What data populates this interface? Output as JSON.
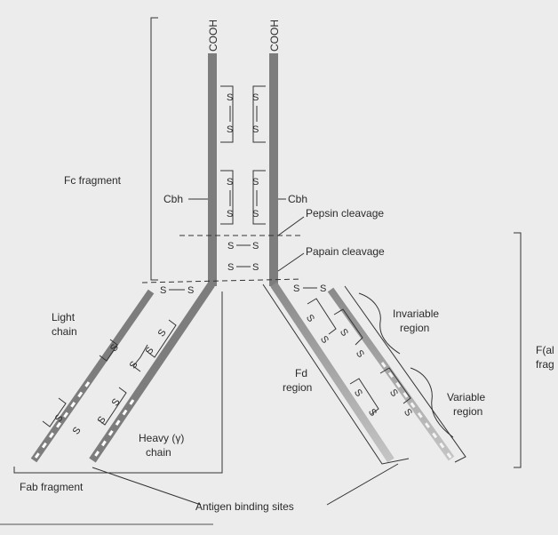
{
  "labels": {
    "cooh_left": "COOH",
    "cooh_right": "COOH",
    "fc_fragment": "Fc fragment",
    "cbh_left": "Cbh",
    "cbh_right": "Cbh",
    "pepsin": "Pepsin cleavage",
    "papain": "Papain cleavage",
    "light_chain_1": "Light",
    "light_chain_2": "chain",
    "heavy_chain_1": "Heavy (γ)",
    "heavy_chain_2": "chain",
    "fd_region_1": "Fd",
    "fd_region_2": "region",
    "invariable_1": "Invariable",
    "invariable_2": "region",
    "variable_1": "Variable",
    "variable_2": "region",
    "fab_fragment": "Fab fragment",
    "antigen_sites": "Antigen binding sites",
    "fab2_1": "F(al",
    "fab2_2": "frag"
  },
  "bond_glyph": "S",
  "colors": {
    "chain": "#7d7d7d",
    "background": "#ececec",
    "ink": "#2a2a2a"
  }
}
